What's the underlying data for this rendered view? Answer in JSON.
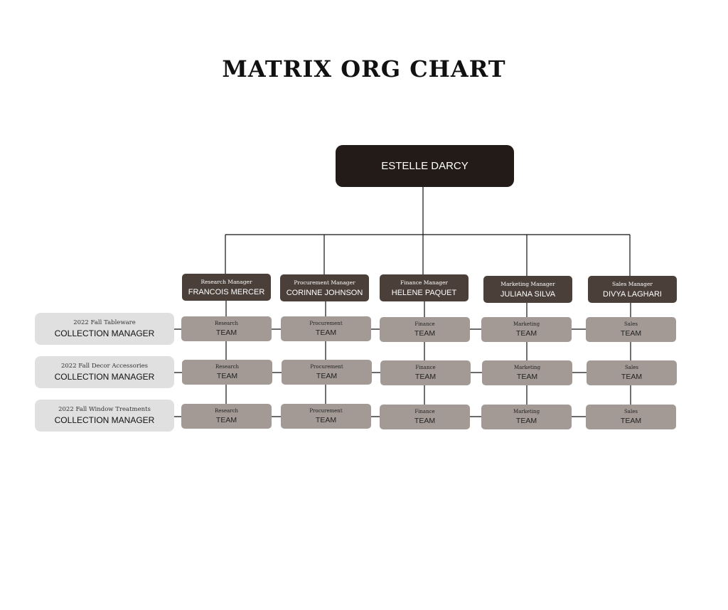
{
  "title": "MATRIX ORG CHART",
  "ceo": {
    "name": "ESTELLE DARCY"
  },
  "managers": [
    {
      "role": "Research Manager",
      "name": "FRANCOIS MERCER"
    },
    {
      "role": "Procurement Manager",
      "name": "CORINNE JOHNSON"
    },
    {
      "role": "Finance Manager",
      "name": "HELENE PAQUET"
    },
    {
      "role": "Marketing Manager",
      "name": "JULIANA SILVA"
    },
    {
      "role": "Sales Manager",
      "name": "DIVYA LAGHARI"
    }
  ],
  "collections": [
    {
      "subtitle": "2022 Fall Tableware",
      "role": "COLLECTION MANAGER"
    },
    {
      "subtitle": "2022 Fall Decor Accessories",
      "role": "COLLECTION MANAGER"
    },
    {
      "subtitle": "2022 Fall Window Treatments",
      "role": "COLLECTION MANAGER"
    }
  ],
  "teams": [
    [
      {
        "dept": "Research",
        "label": "TEAM"
      },
      {
        "dept": "Procurement",
        "label": "TEAM"
      },
      {
        "dept": "Finance",
        "label": "TEAM"
      },
      {
        "dept": "Marketing",
        "label": "TEAM"
      },
      {
        "dept": "Sales",
        "label": "TEAM"
      }
    ],
    [
      {
        "dept": "Research",
        "label": "TEAM"
      },
      {
        "dept": "Procurement",
        "label": "TEAM"
      },
      {
        "dept": "Finance",
        "label": "TEAM"
      },
      {
        "dept": "Marketing",
        "label": "TEAM"
      },
      {
        "dept": "Sales",
        "label": "TEAM"
      }
    ],
    [
      {
        "dept": "Research",
        "label": "TEAM"
      },
      {
        "dept": "Procurement",
        "label": "TEAM"
      },
      {
        "dept": "Finance",
        "label": "TEAM"
      },
      {
        "dept": "Marketing",
        "label": "TEAM"
      },
      {
        "dept": "Sales",
        "label": "TEAM"
      }
    ]
  ],
  "colors": {
    "ceo": "#231b17",
    "manager": "#4a3f39",
    "team": "#a39a95",
    "collection": "#e0e0e0",
    "line": "#111111"
  }
}
